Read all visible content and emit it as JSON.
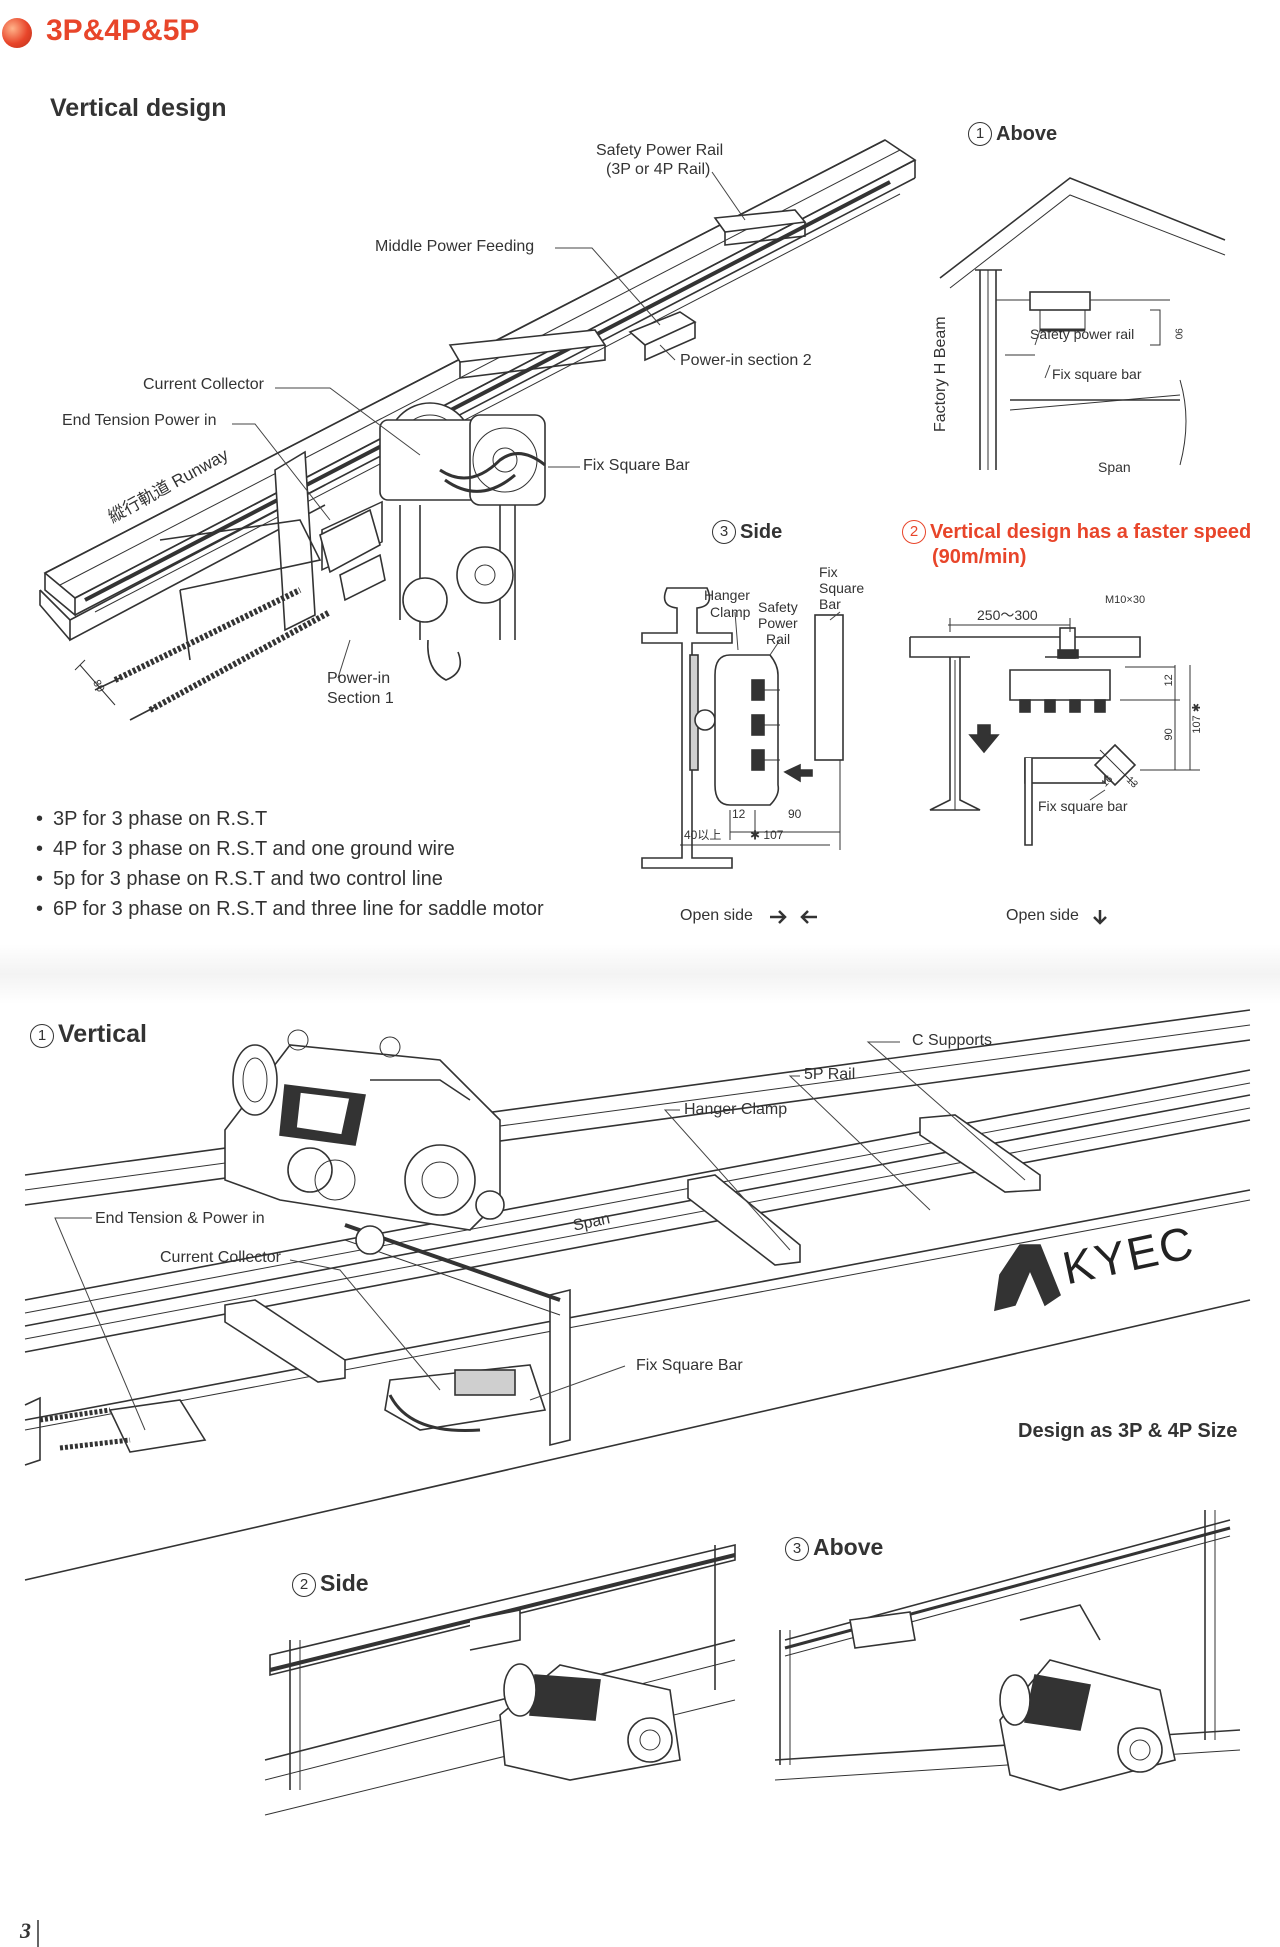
{
  "header": {
    "title": "3P&4P&5P",
    "accent_color": "#e8452a",
    "bullet_icon": "orange-ball-icon"
  },
  "top": {
    "heading": "Vertical design",
    "labels": {
      "safety_power_rail": "Safety Power Rail",
      "safety_power_rail_sub": "(3P or 4P Rail)",
      "middle_power_feeding": "Middle Power Feeding",
      "power_in_section_2": "Power-in section 2",
      "current_collector": "Current Collector",
      "end_tension_power_in": "End Tension Power in",
      "fix_square_bar": "Fix Square Bar",
      "power_in_section_1_a": "Power-in",
      "power_in_section_1_b": "Section 1",
      "runway": "縱行軌道 Runway",
      "dim_80": "80"
    },
    "bullets": [
      "3P for 3 phase on R.S.T",
      "4P for 3 phase on R.S.T and one ground wire",
      "5p for 3 phase on R.S.T and two control line",
      "6P for 3 phase on R.S.T and three line for saddle motor"
    ]
  },
  "above": {
    "number": "1",
    "heading": "Above",
    "factory_h_beam": "Factory H Beam",
    "safety_power_rail": "Safety power rail",
    "fix_square_bar": "Fix square bar",
    "span": "Span",
    "dim_90": "90"
  },
  "side": {
    "number": "3",
    "heading": "Side",
    "hanger_clamp_a": "Hanger",
    "hanger_clamp_b": "Clamp",
    "safety_power_rail_a": "Safety",
    "safety_power_rail_b": "Power",
    "safety_power_rail_c": "Rail",
    "fix_square_bar_a": "Fix",
    "fix_square_bar_b": "Square",
    "fix_square_bar_c": "Bar",
    "dim_12": "12",
    "dim_90": "90",
    "dim_40": "40以上",
    "dim_107": "✱ 107",
    "open_side": "Open side"
  },
  "vertical_fast": {
    "number": "2",
    "heading_a": "Vertical design has a faster speed",
    "heading_b": "(90m/min)",
    "m10x30": "M10×30",
    "range": "250～300",
    "dim_12": "12",
    "dim_90": "90",
    "dim_107": "107 ✱",
    "dim_16": "16",
    "dim_13": "13",
    "fix_square_bar": "Fix square bar",
    "open_side": "Open side"
  },
  "bottom": {
    "vertical_number": "1",
    "vertical_heading": "Vertical",
    "c_supports": "C Supports",
    "rail_5p": "5P Rail",
    "hanger_clamp": "Hanger Clamp",
    "end_tension": "End Tension & Power in",
    "current_collector": "Current Collector",
    "span": "Span",
    "fix_square_bar": "Fix Square Bar",
    "brand": "KYEC",
    "design_note": "Design as 3P & 4P Size",
    "side_number": "2",
    "side_heading": "Side",
    "above_number": "3",
    "above_heading": "Above"
  },
  "footer": {
    "page_number": "3"
  }
}
